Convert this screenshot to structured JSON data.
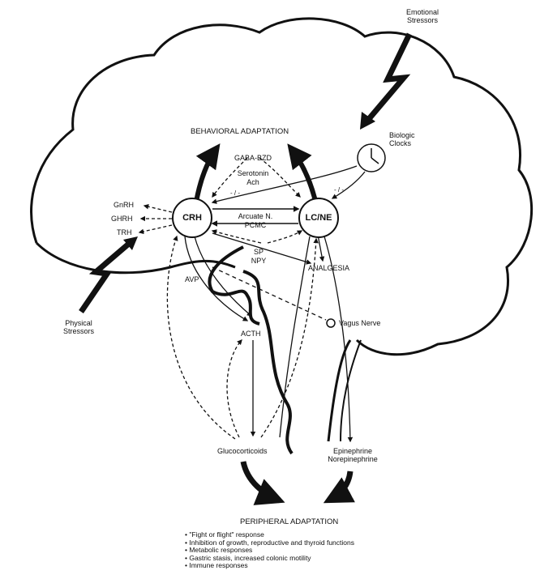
{
  "stressors": {
    "emotional": [
      "Emotional",
      "Stressors"
    ],
    "physical": [
      "Physical",
      "Stressors"
    ]
  },
  "titles": {
    "behavioral": "BEHAVIORAL ADAPTATION",
    "peripheral": "PERIPHERAL ADAPTATION"
  },
  "clocks": [
    "Biologic",
    "Clocks"
  ],
  "nodes": {
    "crh": "CRH",
    "lcne": "LC/NE"
  },
  "releasing_hormones": [
    "GnRH",
    "GHRH",
    "TRH"
  ],
  "mediators": {
    "gaba": "GABA-BZD",
    "serotonin": "Serotonin",
    "ach": "Ach",
    "arcuate": "Arcuate N.",
    "pcmc": "PCMC",
    "sp": "SP",
    "npy": "NPY",
    "avp": "AVP",
    "acth": "ACTH",
    "analgesia": "ANALGESIA",
    "vagus": "Vagus Nerve"
  },
  "sign_labels": {
    "crh_side": "- / -",
    "clock_side": "- / -"
  },
  "outputs": {
    "glucocorticoids": "Glucocorticoids",
    "catecholamines": [
      "Epinephrine",
      "Norepinephrine"
    ]
  },
  "peripheral_responses": [
    "\"Fight or flight\" response",
    "Inhibition of growth, reproductive and thyroid functions",
    "Metabolic responses",
    "Gastric stasis, increased colonic motility",
    "Immune responses"
  ]
}
